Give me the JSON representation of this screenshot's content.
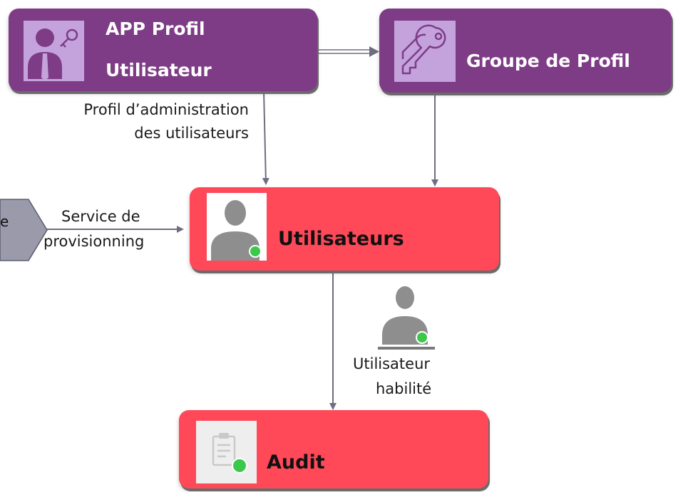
{
  "nodes": {
    "app_profil": {
      "title_line1": "APP Profil",
      "title_line2": "Utilisateur"
    },
    "groupe_profil": {
      "title": "Groupe de Profil"
    },
    "utilisateurs": {
      "title": "Utilisateurs"
    },
    "audit": {
      "title": "Audit"
    },
    "source": {
      "title_fragment": "e"
    }
  },
  "edges": {
    "profil_admin": {
      "line1": "Profil d’administration",
      "line2": "des utilisateurs"
    },
    "service": {
      "line1": "Service de",
      "line2": "provisionning"
    },
    "habilite": {
      "line1": "Utilisateur",
      "line2": "habilité"
    }
  },
  "colors": {
    "purple_node": "#7e3c86",
    "red_node": "#ff4858",
    "icon_tile_purple": "#c4a3dd",
    "status_green": "#3cc84a",
    "connector": "#6e6e80"
  },
  "icons": [
    "user-key-icon",
    "keys-icon",
    "user-status-icon",
    "clipboard-status-icon",
    "user-status-icon"
  ]
}
